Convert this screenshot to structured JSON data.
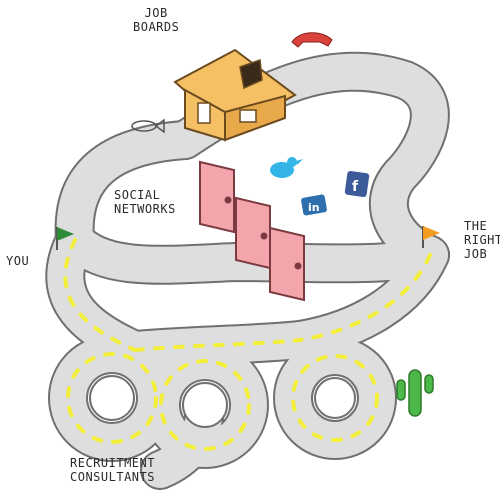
{
  "labels": {
    "job_boards": [
      "JOB",
      "BOARDS"
    ],
    "social_networks": [
      "SOCIAL",
      "NETWORKS"
    ],
    "you": "YOU",
    "the_right_job": [
      "THE",
      "RIGHT",
      "JOB"
    ],
    "recruitment_consultants": [
      "RECRUITMENT",
      "CONSULTANTS"
    ]
  },
  "icons": {
    "linkedin": "in",
    "facebook": "f"
  },
  "colors": {
    "road": "#dedede",
    "road_edge": "#707070",
    "lane_mark": "#f3ee3a",
    "door": "#f4a5ab",
    "house": "#f5c064",
    "flag_start": "#2e8b3a",
    "flag_end": "#f39c1f",
    "cactus": "#4cb848",
    "twitter": "#33b5e8"
  }
}
